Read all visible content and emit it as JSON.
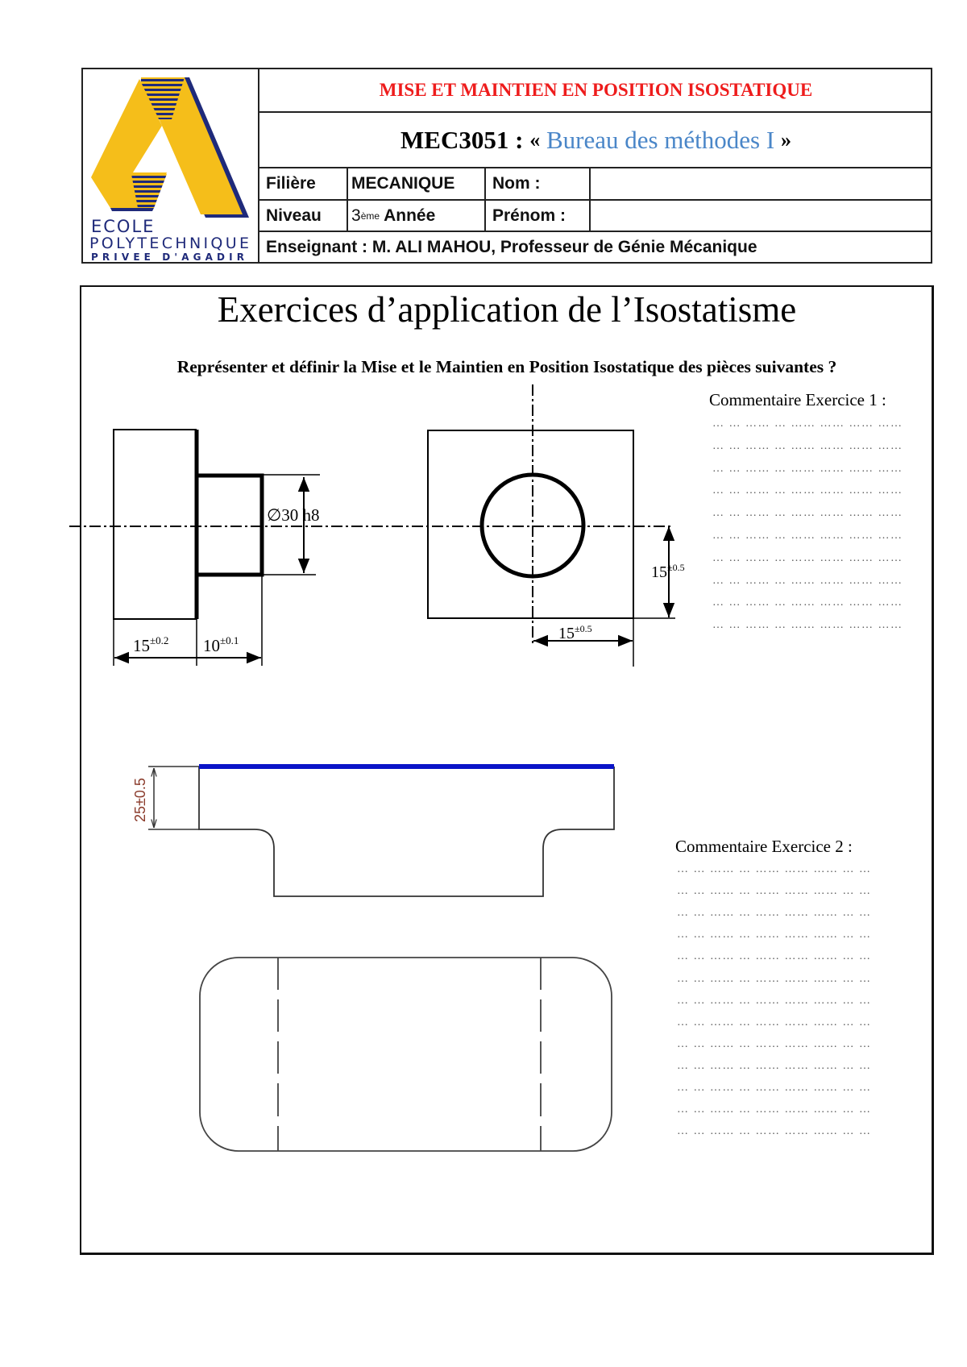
{
  "header": {
    "logo": {
      "line1": "ECOLE",
      "line2": "POLYTECHNIQUE",
      "line3": "PRIVEE D'AGADIR",
      "colors": {
        "yellow": "#f5be1a",
        "navy": "#1f2a7a"
      }
    },
    "topic": "MISE ET MAINTIEN EN POSITION ISOSTATIQUE",
    "course_code": "MEC3051 :",
    "course_open": "«",
    "course_name": "Bureau des méthodes I",
    "course_close": "»",
    "filiere_label": "Filière",
    "filiere_value": "MECANIQUE",
    "nom_label": "Nom :",
    "nom_value": "",
    "niveau_label": "Niveau",
    "niveau_num": "3",
    "niveau_sup": "ème",
    "niveau_rest": " Année",
    "prenom_label": "Prénom :",
    "prenom_value": "",
    "teacher_label": "Enseignant : ",
    "teacher_value": "M. ALI MAHOU, Professeur de Génie Mécanique",
    "colors": {
      "topic": "#ee1c1c",
      "course_name": "#4a86c8"
    }
  },
  "main": {
    "title": "Exercices d’application de l’Isostatisme",
    "instruction": "Représenter et définir la Mise et le Maintien en Position Isostatique des pièces suivantes ?",
    "exercise1": {
      "comment_title": "Commentaire Exercice 1 :",
      "comment_lines": [
        "… … …… … …… …… …… ……",
        "… … …… … …… …… …… ……",
        "… … …… … …… …… …… ……",
        "… … …… … …… …… …… ……",
        "… … …… … …… …… …… ……",
        "… … …… … …… …… …… ……",
        "… … …… … …… …… …… ……",
        "… … …… … …… …… …… ……",
        "… … …… … …… …… …… ……",
        "… … …… … …… …… …… ……"
      ],
      "dims": {
        "diameter": "∅30 h8",
        "len1": "15",
        "len1_tol": "±0.2",
        "len2": "10",
        "len2_tol": "±0.1",
        "vert": "15",
        "vert_tol": "±0.5",
        "horiz": "15",
        "horiz_tol": "±0.5"
      }
    },
    "exercise2": {
      "comment_title": "Commentaire Exercice 2 :",
      "comment_lines": [
        "… … …… … …… …… …… … …",
        "… … …… … …… …… …… … …",
        "… … …… … …… …… …… … …",
        "… … …… … …… …… …… … …",
        "… … …… … …… …… …… … …",
        "… … …… … …… …… …… … …",
        "… … …… … …… …… …… … …",
        "… … …… … …… …… …… … …",
        "… … …… … …… …… …… … …",
        "… … …… … …… …… …… … …",
        "… … …… … …… …… …… … …",
        "… … …… … …… …… …… … …",
        "… … …… … …… …… …… … …"
      ],
      "dims": {
        "height": "25±0.5"
      },
      "colors": {
        "reference_surface": "#0a14c8",
        "dim_text": "#8a3a2a"
      }
    }
  }
}
